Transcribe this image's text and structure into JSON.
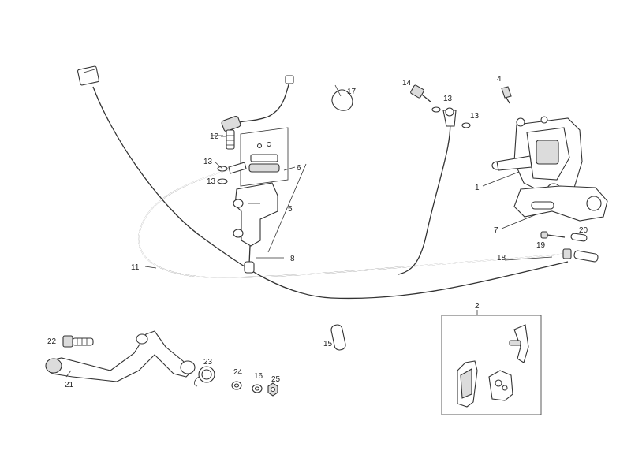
{
  "diagram": {
    "type": "exploded-parts-diagram",
    "callouts": {
      "c1": "1",
      "c2": "2",
      "c4": "4",
      "c5": "5",
      "c6": "6",
      "c7": "7",
      "c8": "8",
      "c11": "11",
      "c12": "12",
      "c13a": "13",
      "c13b": "13",
      "c13c": "13",
      "c13d": "13",
      "c14": "14",
      "c15": "15",
      "c16": "16",
      "c17": "17",
      "c18": "18",
      "c19": "19",
      "c20": "20",
      "c21": "21",
      "c22": "22",
      "c23": "23",
      "c24": "24",
      "c25": "25"
    }
  }
}
